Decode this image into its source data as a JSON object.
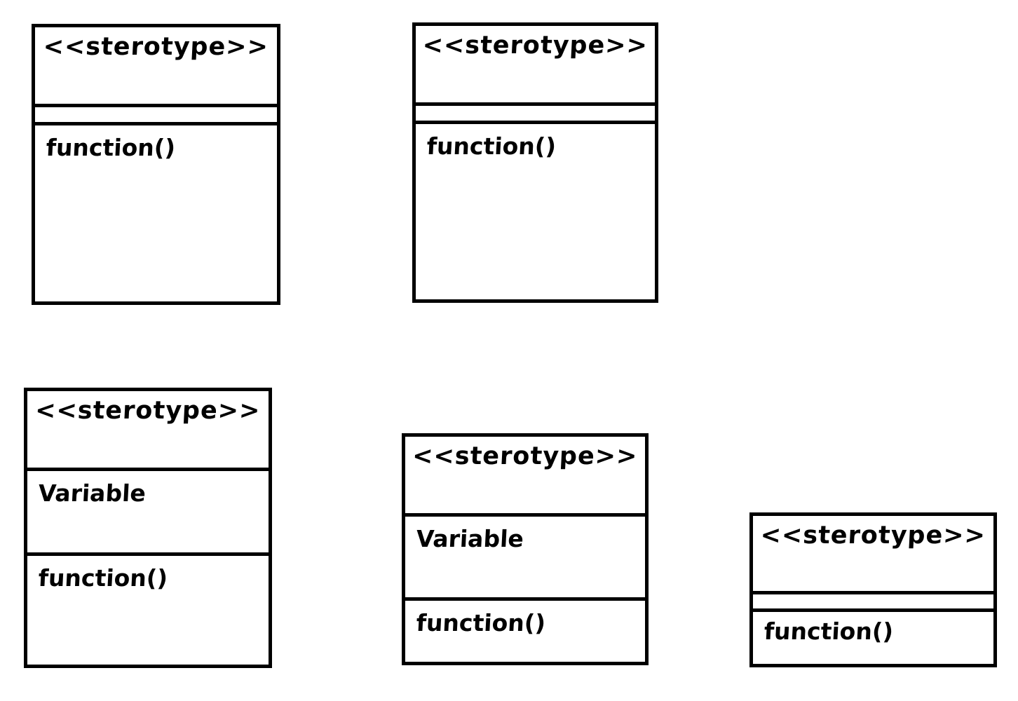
{
  "diagram": {
    "kind": "hand-drawn UML class boxes",
    "ink_color": "#000000",
    "background_color": "#ffffff",
    "boxes": [
      {
        "stereotype": "<<sterotype>>",
        "attribute": "",
        "method": "function()"
      },
      {
        "stereotype": "<<sterotype>>",
        "attribute": "",
        "method": "function()"
      },
      {
        "stereotype": "<<sterotype>>",
        "attribute": "Variable",
        "method": "function()"
      },
      {
        "stereotype": "<<sterotype>>",
        "attribute": "Variable",
        "method": "function()"
      },
      {
        "stereotype": "<<sterotype>>",
        "attribute": "",
        "method": "function()"
      }
    ]
  }
}
